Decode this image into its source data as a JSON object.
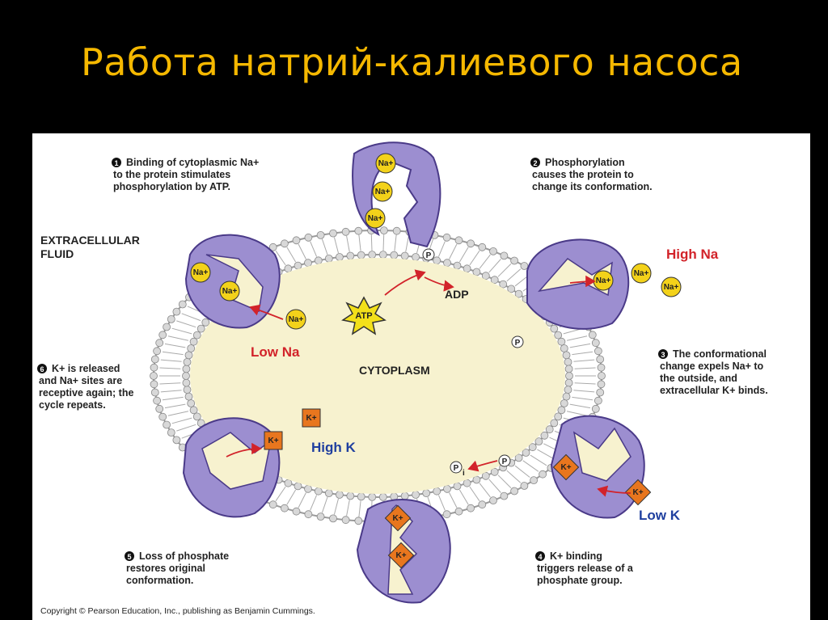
{
  "title": "Работа натрий-калиевого насоса",
  "colors": {
    "title": "#f5b800",
    "protein_fill": "#9c8ed0",
    "protein_dark": "#6a5aa8",
    "cytoplasm_fill": "#f7f2cf",
    "sodium_ion": "#f3d21a",
    "potassium_ion": "#e8761e",
    "accent_red": "#d2232a",
    "accent_blue": "#1f3f9f",
    "atp_burst": "#f3e01a"
  },
  "diagram": {
    "region_extracellular": [
      "EXTRACELLULAR",
      "FLUID"
    ],
    "region_cytoplasm": "CYTOPLASM",
    "high_na": "High Na",
    "low_na": "Low Na",
    "high_k": "High K",
    "low_k": "Low K",
    "atp": "ATP",
    "adp": "ADP",
    "phosphate": "P",
    "phosphate_inorganic": "P",
    "phosphate_sub": "i",
    "na_ion": "Na+",
    "k_ion": "K+",
    "steps": [
      {
        "number": "1",
        "lines": [
          "Binding of cytoplasmic Na+",
          "to the protein stimulates",
          "phosphorylation by ATP."
        ]
      },
      {
        "number": "2",
        "lines": [
          "Phosphorylation",
          "causes the protein to",
          "change its conformation."
        ]
      },
      {
        "number": "3",
        "lines": [
          "The conformational",
          "change expels Na+ to",
          "the outside, and",
          "extracellular K+ binds."
        ]
      },
      {
        "number": "4",
        "lines": [
          "K+ binding",
          "triggers release of a",
          "phosphate group."
        ]
      },
      {
        "number": "5",
        "lines": [
          "Loss of phosphate",
          "restores original",
          "conformation."
        ]
      },
      {
        "number": "6",
        "lines": [
          "K+ is released",
          "and Na+ sites are",
          "receptive again; the",
          "cycle repeats."
        ]
      }
    ],
    "copyright": "Copyright © Pearson Education, Inc., publishing as Benjamin Cummings."
  }
}
